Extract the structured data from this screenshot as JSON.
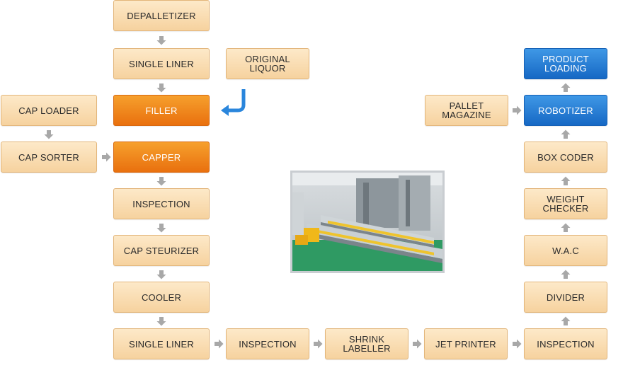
{
  "nodes": {
    "depalletizer": "DEPALLETIZER",
    "single_liner_top": "SINGLE LINER",
    "original_liquor": [
      "ORIGINAL",
      "LIQUOR"
    ],
    "filler": "FILLER",
    "capper": "CAPPER",
    "inspection_left": "INSPECTION",
    "cap_steurizer": "CAP STEURIZER",
    "cooler": "COOLER",
    "single_liner_bottom": "SINGLE LINER",
    "inspection_bottom": "INSPECTION",
    "shrink_labeller": [
      "SHRINK",
      "LABELLER"
    ],
    "jet_printer": "JET PRINTER",
    "inspection_right": "INSPECTION",
    "divider": "DIVIDER",
    "wac": "W.A.C",
    "weight_checker": [
      "WEIGHT",
      "CHECKER"
    ],
    "box_coder": "BOX CODER",
    "robotizer": "ROBOTIZER",
    "product_loading": [
      "PRODUCT",
      "LOADING"
    ],
    "pallet_magazine": [
      "PALLET",
      "MAGAZINE"
    ],
    "cap_loader": "CAP LOADER",
    "cap_sorter": "CAP SORTER"
  },
  "colors": {
    "box_fill": "#f8dcb0",
    "box_border": "#e2b57a",
    "highlight_orange": "#ee7d16",
    "highlight_blue": "#1f78d1",
    "arrow_gray": "#a8a8a8",
    "liquor_arrow_blue": "#2a86dc"
  },
  "photo": {
    "icon": "bottling-line-photo"
  }
}
